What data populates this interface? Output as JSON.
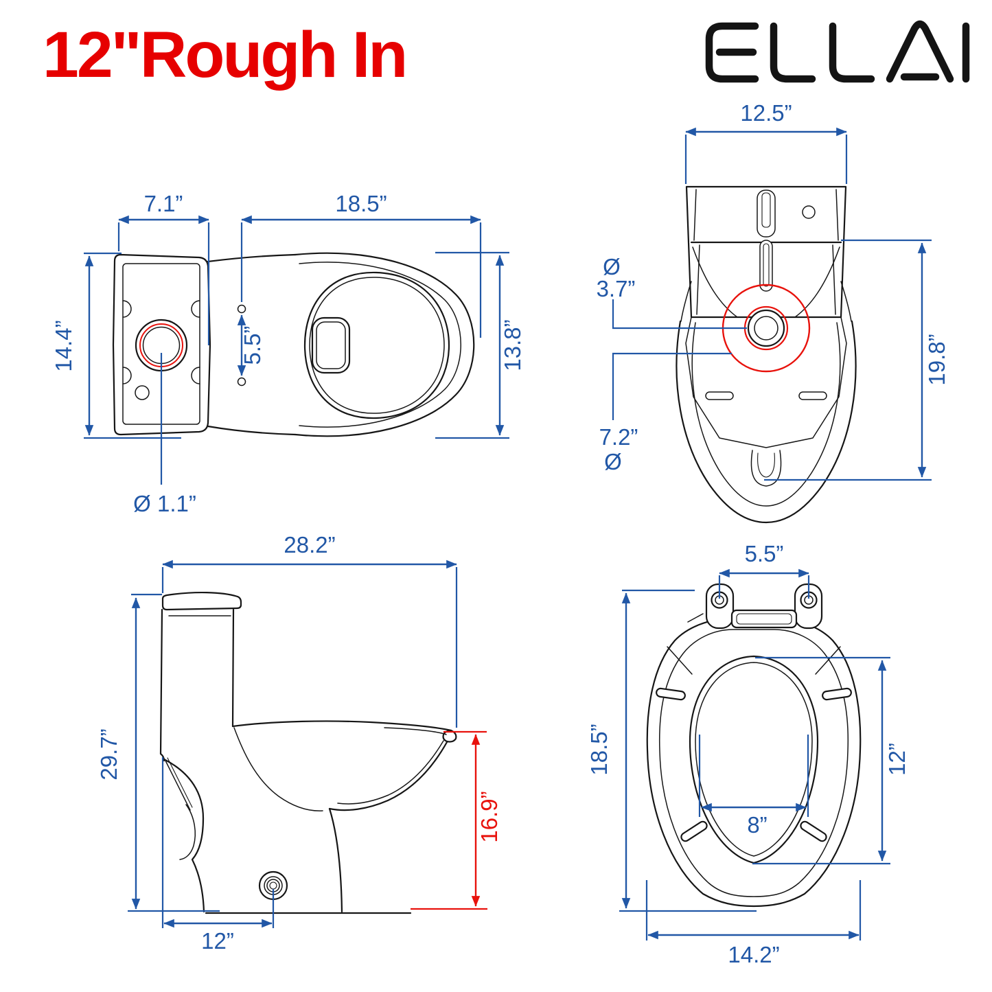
{
  "title": "12\"Rough In",
  "brand": "ELLAI",
  "colors": {
    "dimension_blue": "#2157a6",
    "highlight_red": "#e8120c",
    "title_red": "#e60000",
    "line_black": "#161616"
  },
  "views": {
    "top": {
      "name": "toilet top view",
      "dims": {
        "tank_width": "7.1”",
        "bowl_length": "18.5”",
        "tank_side": "14.4”",
        "bowl_width": "13.8”",
        "bolt_hole_spacing": "5.5”",
        "flush_valve_diameter": "Ø 1.1”"
      }
    },
    "bottom": {
      "name": "toilet bottom view",
      "dims": {
        "tank_back_width": "12.5”",
        "outlet_diameter_symbol": "Ø",
        "outlet_diameter": "3.7”",
        "flange_diameter": "7.2”",
        "flange_diameter_symbol": "Ø",
        "base_depth": "19.8”"
      }
    },
    "side": {
      "name": "toilet side view",
      "dims": {
        "overall_depth": "28.2”",
        "overall_height": "29.7”",
        "rim_height": "16.9”",
        "rough_in": "12”"
      }
    },
    "seat": {
      "name": "toilet seat top view",
      "dims": {
        "hinge_bolt_spacing": "5.5”",
        "seat_length": "18.5”",
        "opening_length": "12”",
        "opening_width": "8”",
        "seat_width": "14.2”"
      }
    }
  }
}
